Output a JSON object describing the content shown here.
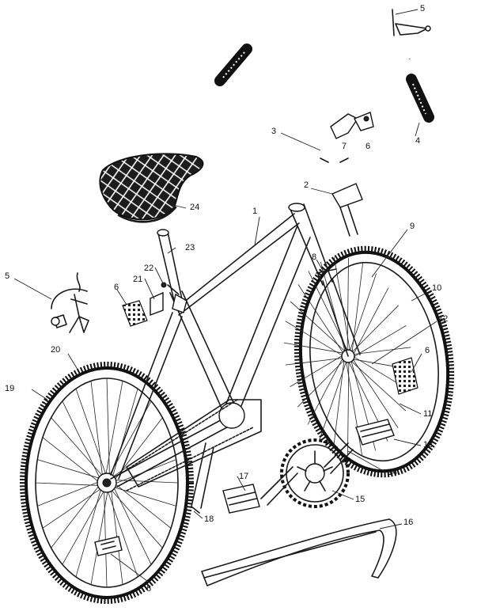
{
  "callouts": {
    "c1": "1",
    "c2": "2",
    "c3": "3",
    "c4": "4",
    "c5_top": "5",
    "c5_left": "5",
    "c6_lever": "6",
    "c6_left": "6",
    "c6_right": "6",
    "c6_bottom": "6",
    "c7": "7",
    "c8": "8",
    "c9": "9",
    "c10": "10",
    "c11": "11",
    "c12": "12",
    "c13": "13",
    "c14": "14",
    "c15": "15",
    "c16": "16",
    "c17": "17",
    "c18": "18",
    "c19": "19",
    "c20": "20",
    "c21": "21",
    "c22": "22",
    "c23": "23",
    "c24": "24"
  },
  "colors": {
    "ink": "#1a1a1a",
    "paper": "#ffffff"
  }
}
